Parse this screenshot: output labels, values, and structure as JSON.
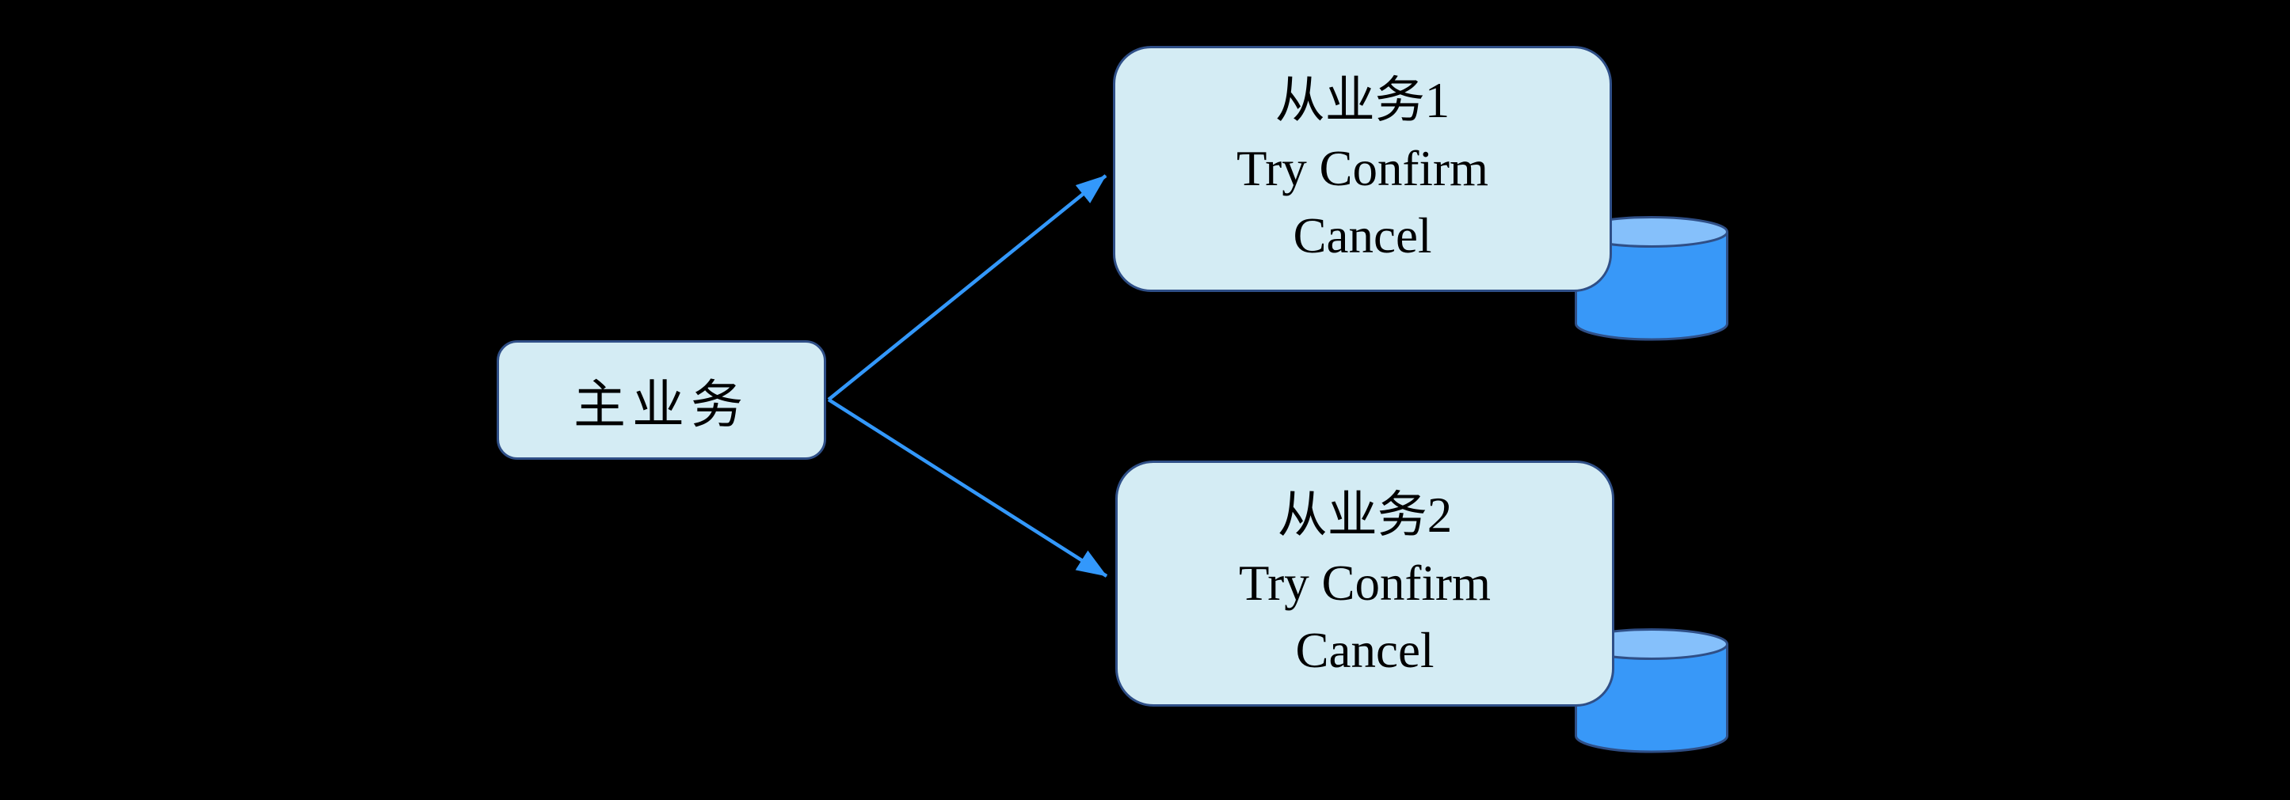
{
  "diagram": {
    "description": "TCC distributed transaction diagram: a main service invoking two secondary services, each backed by a database",
    "background_color": "#000000",
    "nodes": {
      "main": {
        "label": "主业务"
      },
      "service1": {
        "title": "从业务1",
        "line2": "Try Confirm",
        "line3": "Cancel"
      },
      "service2": {
        "title": "从业务2",
        "line2": "Try Confirm",
        "line3": "Cancel"
      }
    },
    "connectors": [
      {
        "from": "main",
        "to": "service1",
        "style": "straight-arrow"
      },
      {
        "from": "main",
        "to": "service2",
        "style": "straight-arrow"
      }
    ],
    "icons": {
      "service1_storage": "database-cylinder-icon",
      "service2_storage": "database-cylinder-icon"
    },
    "colors": {
      "node_fill": "#d4ecf4",
      "node_border": "#2f4f87",
      "arrow": "#3398fb",
      "cylinder_body": "#3898f8",
      "cylinder_top": "#85c0fb",
      "cylinder_outline": "#2f4f87",
      "text": "#000000"
    }
  }
}
